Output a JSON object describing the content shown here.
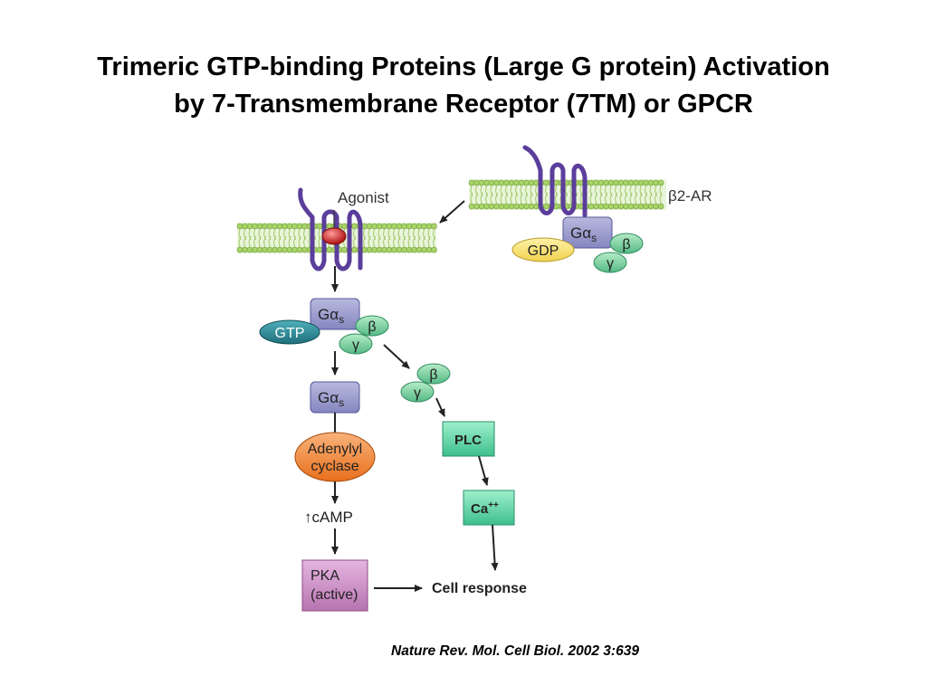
{
  "title": {
    "line1": "Trimeric GTP-binding Proteins (Large G protein) Activation",
    "line2": "by 7-Transmembrane Receptor (7TM) or GPCR"
  },
  "diagram": {
    "agonist": "Agonist",
    "receptor": "β2-AR",
    "g_alpha": "Gα",
    "g_alpha_sub": "s",
    "gdp": "GDP",
    "gtp": "GTP",
    "beta": "β",
    "gamma": "γ",
    "adenylyl_line1": "Adenylyl",
    "adenylyl_line2": "cyclase",
    "camp": "↑cAMP",
    "pka_line1": "PKA",
    "pka_line2": "(active)",
    "cell_response": "Cell response",
    "plc": "PLC",
    "ca": "Ca",
    "ca_sup": "++"
  },
  "colors": {
    "membrane": "#a8d468",
    "receptor": "#5b3e9b",
    "g_alpha_box": "#9a9ccc",
    "gdp": "#f6e27a",
    "gtp": "#2d8c98",
    "beta_gamma": "#7fd2a4",
    "adenylyl": "#ef8a3a",
    "pka": "#c98bc4",
    "plc_ca": "#5fd2a6",
    "agonist": "#cc2222"
  },
  "citation": "Nature Rev. Mol. Cell Biol. 2002 3:639"
}
